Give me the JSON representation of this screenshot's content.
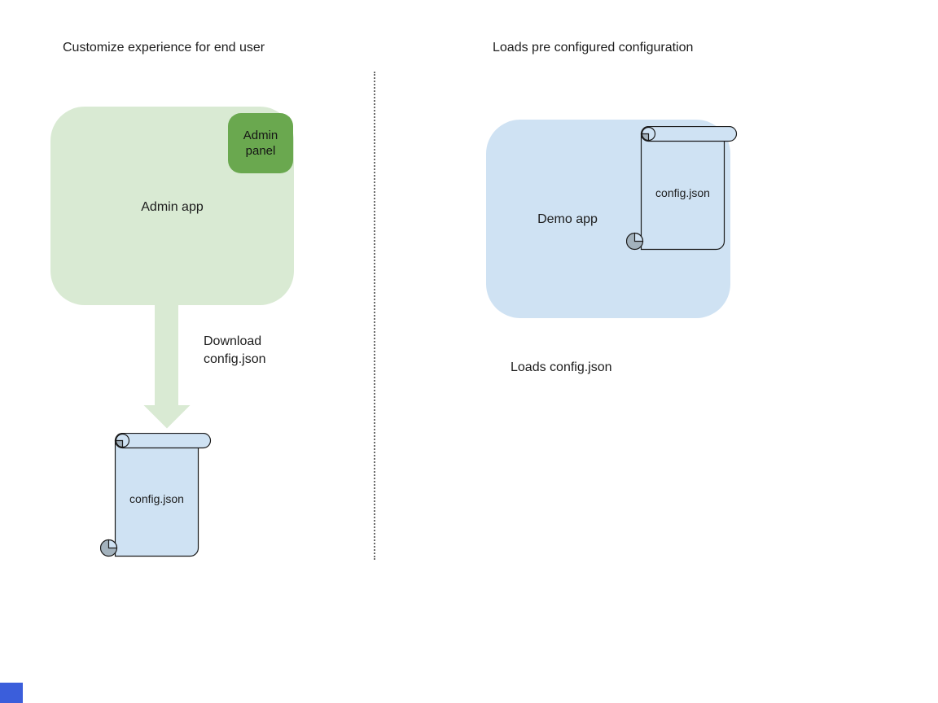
{
  "colors": {
    "green_light": "#d9ead3",
    "green_dark": "#6aa84f",
    "blue_light": "#cfe2f3",
    "curl_gray": "#a3b2bd",
    "outline": "#1b1b1b",
    "divider_gray": "#6a6a6a",
    "marker_blue": "#3b5edb",
    "text": "#1d1d1d"
  },
  "left_panel": {
    "title": "Customize experience for end user",
    "admin_app_label": "Admin app",
    "admin_panel_label": "Admin panel",
    "arrow_label_line1": "Download",
    "arrow_label_line2": "config.json",
    "config_file_label": "config.json"
  },
  "right_panel": {
    "title": "Loads pre configured configuration",
    "demo_app_label": "Demo app",
    "config_file_label": "config.json",
    "caption": "Loads config.json"
  }
}
